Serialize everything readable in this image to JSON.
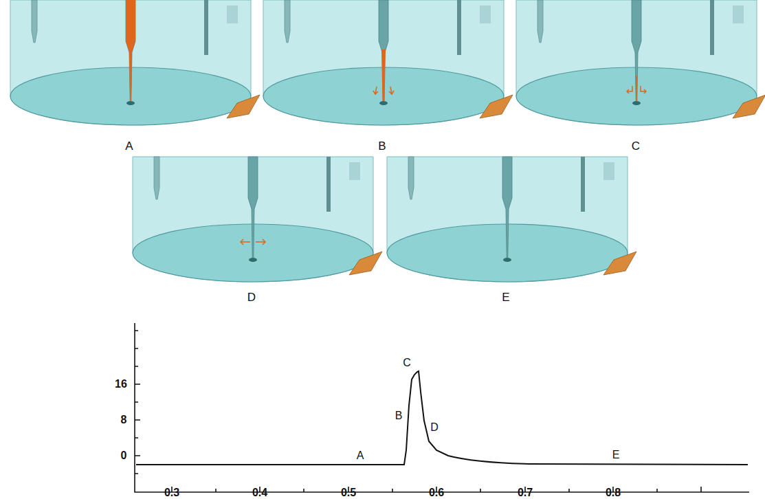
{
  "diagram": {
    "labels": [
      "A",
      "B",
      "C",
      "D",
      "E",
      "16",
      "8",
      "0",
      "0.3",
      "0.4",
      "0.5",
      "0.6",
      "0.7",
      "0.8",
      "C",
      "B",
      "A",
      "D",
      "E"
    ]
  }
}
